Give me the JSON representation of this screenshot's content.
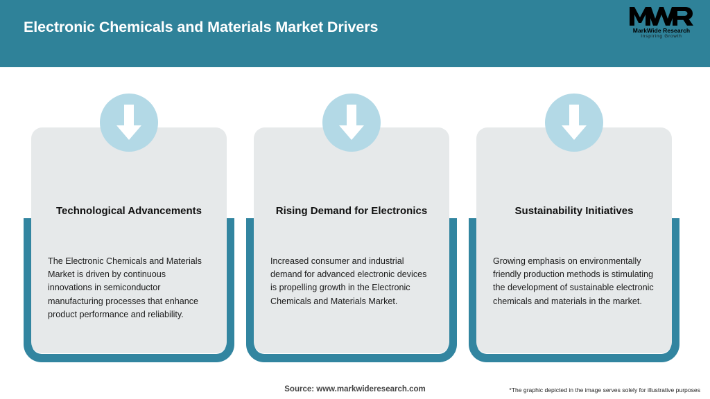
{
  "header": {
    "title": "Electronic Chemicals and Materials Market Drivers",
    "background_color": "#2F8299",
    "title_color": "#FFFFFF",
    "logo": {
      "mark": "MWR",
      "name": "MarkWide Research",
      "tagline": "Inspiring Growth"
    }
  },
  "theme": {
    "accent_color": "#3285A0",
    "card_background": "#E6E9EA",
    "icon_circle_color": "#B3D9E6",
    "arrow_color": "#FFFFFF"
  },
  "cards": [
    {
      "icon": "arrow-down-icon",
      "title": "Technological Advancements",
      "body": "The Electronic Chemicals and Materials Market is driven by continuous innovations in semiconductor manufacturing processes that enhance product performance and reliability."
    },
    {
      "icon": "arrow-down-icon",
      "title": "Rising Demand for Electronics",
      "body": "Increased consumer and industrial demand for advanced electronic devices is propelling growth in the Electronic Chemicals and Materials Market."
    },
    {
      "icon": "arrow-down-icon",
      "title": "Sustainability Initiatives",
      "body": "Growing emphasis on environmentally friendly production methods is stimulating the development of sustainable electronic chemicals and materials in the market."
    }
  ],
  "footer": {
    "source": "Source: www.markwideresearch.com",
    "disclaimer": "*The graphic depicted in the image serves solely for illustrative purposes"
  }
}
